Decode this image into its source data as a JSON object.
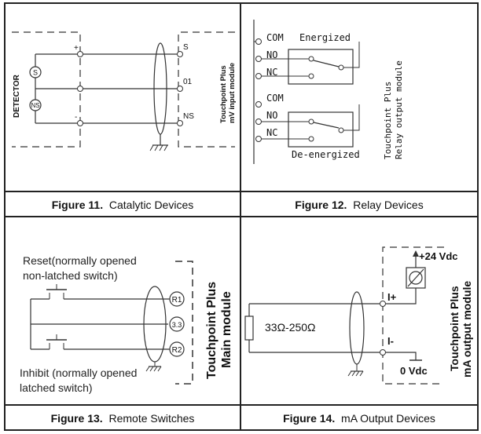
{
  "fig11": {
    "detector_label": "DETECTOR",
    "sensors": [
      "S",
      "NS"
    ],
    "signs": [
      "+",
      "-"
    ],
    "terminals": [
      "S",
      "01",
      "NS"
    ],
    "module_line1": "Touchpoint Plus",
    "module_line2": "mV input module",
    "caption_num": "Figure 11.",
    "caption_text": "Catalytic Devices"
  },
  "fig12": {
    "top": {
      "com": "COM",
      "no": "NO",
      "nc": "NC",
      "state": "Energized"
    },
    "bottom": {
      "com": "COM",
      "no": "NO",
      "nc": "NC",
      "state": "De-energized"
    },
    "module_line1": "Touchpoint Plus",
    "module_line2": "Relay output module",
    "caption_num": "Figure 12.",
    "caption_text": "Relay Devices"
  },
  "fig13": {
    "reset_line1": "Reset(normally opened",
    "reset_line2": "non-latched switch)",
    "inhibit_line1": "Inhibit (normally opened",
    "inhibit_line2": "latched switch)",
    "terminals": [
      "R1",
      "3.3",
      "R2"
    ],
    "module_line1": "Touchpoint Plus",
    "module_line2": "Main module",
    "caption_num": "Figure 13.",
    "caption_text": "Remote Switches"
  },
  "fig14": {
    "resistor": "33Ω-250Ω",
    "iplus": "I+",
    "iminus": "I-",
    "vdc24": "+24 Vdc",
    "vdc0": "0 Vdc",
    "module_line1": "Touchpoint Plus",
    "module_line2": "mA output module",
    "caption_num": "Figure 14.",
    "caption_text": "mA Output Devices"
  }
}
